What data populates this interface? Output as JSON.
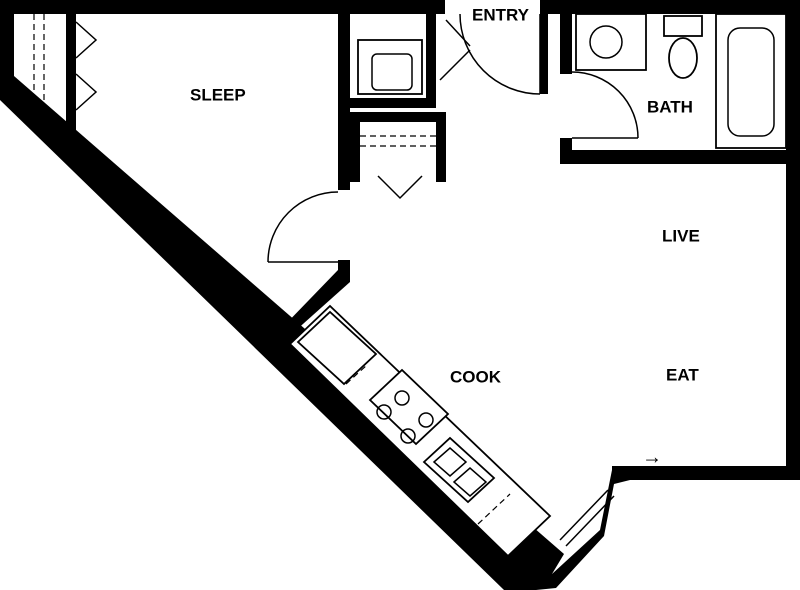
{
  "rooms": {
    "entry": "ENTRY",
    "sleep": "SLEEP",
    "bath": "BATH",
    "live": "LIVE",
    "cook": "COOK",
    "eat": "EAT"
  },
  "arrow_glyph": "→",
  "colors": {
    "wall": "#000000",
    "background": "#ffffff"
  }
}
